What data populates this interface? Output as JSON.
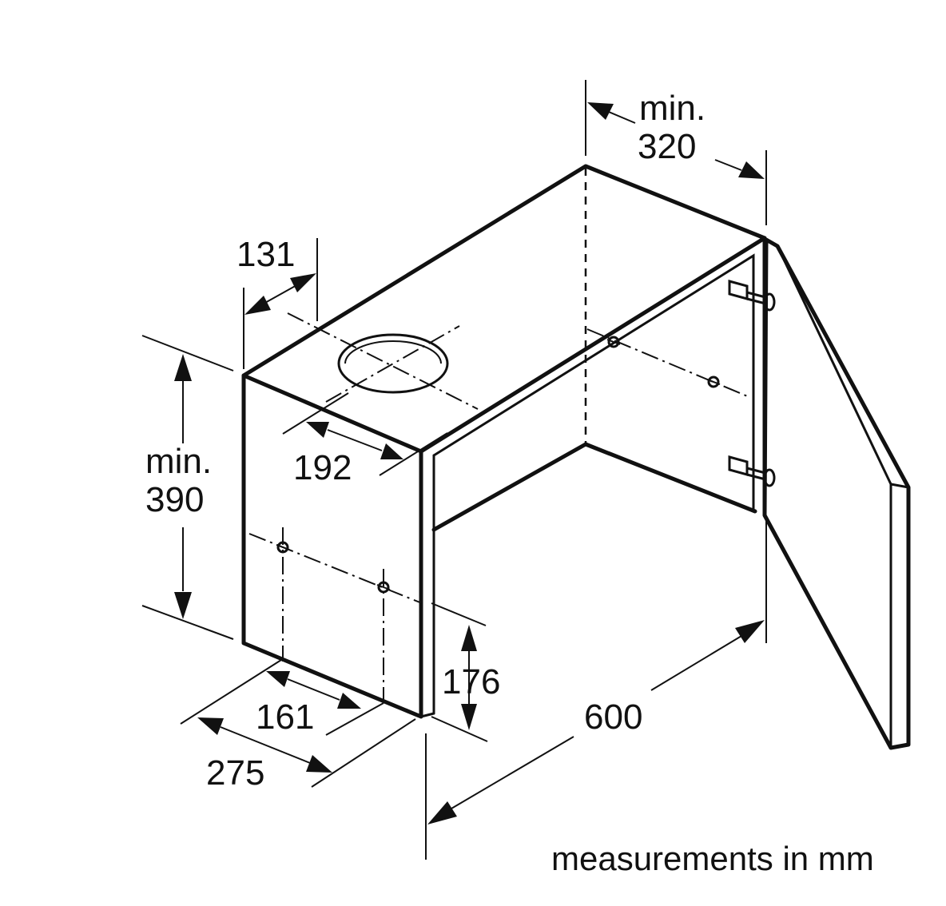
{
  "labels": {
    "top_depth_min": "min.",
    "top_depth_value": "320",
    "duct_offset": "131",
    "duct_diameter": "192",
    "height_min": "min.",
    "height_value": "390",
    "mount_height": "176",
    "mount_spacing": "161",
    "side_depth": "275",
    "width": "600"
  },
  "footnote": "measurements in mm",
  "colors": {
    "line": "#111111",
    "background": "#ffffff"
  }
}
